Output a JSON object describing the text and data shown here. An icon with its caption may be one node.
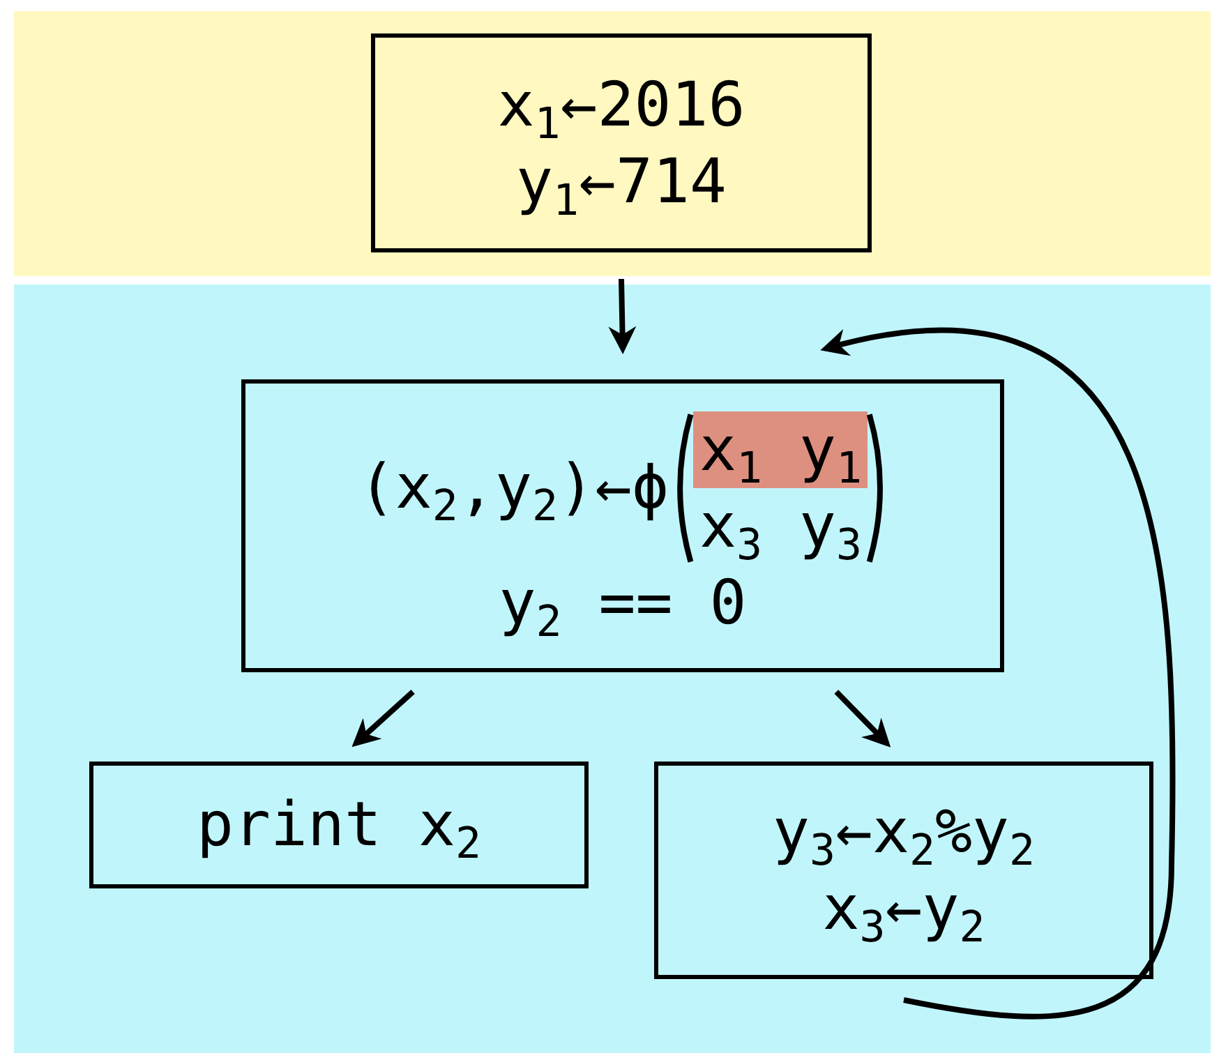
{
  "diagram": {
    "nodes": [
      {
        "text": [
          "x$_{1}$←2016",
          "y$_{1}$←714"
        ]
      },
      {
        "text": [
          "(x$_{2}$,y$_{2}$)←ϕ",
          "x$_{1}$ y$_{1}$",
          "x$_{3}$ y$_{3}$",
          "y$_{2}$ == 0"
        ]
      },
      {
        "text": [
          "print x$_{2}$"
        ]
      },
      {
        "text": [
          "y$_{3}$←x$_{2}$%y$_{2}$",
          "x$_{3}$←y$_{2}$"
        ]
      }
    ],
    "edges": [
      {
        "from": 0,
        "to": 1,
        "arrow": "to"
      },
      {
        "from": 1,
        "to": 2,
        "arrow": "to"
      },
      {
        "from": 1,
        "to": 3,
        "arrow": "to"
      },
      {
        "from": 3,
        "to": 1,
        "arrow": "to"
      }
    ]
  }
}
